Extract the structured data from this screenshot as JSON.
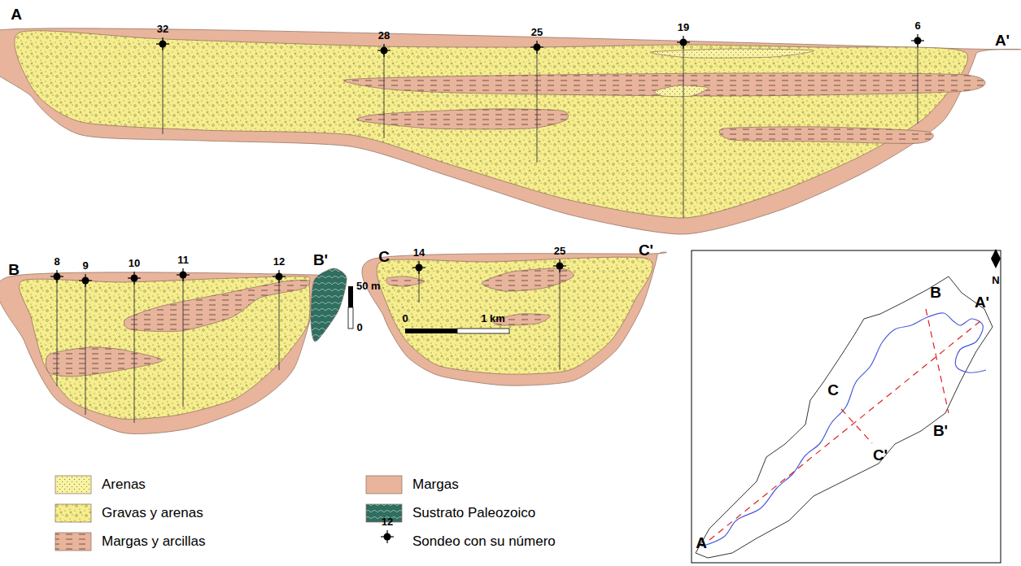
{
  "diagram": {
    "labels": [
      "A",
      "A'",
      "32",
      "28",
      "25",
      "19",
      "6",
      "B",
      "B'",
      "8",
      "9",
      "10",
      "11",
      "12",
      "C",
      "C'",
      "14",
      "25",
      "50 m",
      "0",
      "0",
      "1 km",
      "12",
      "B",
      "A'",
      "C",
      "B'",
      "C'",
      "A",
      "N"
    ],
    "legend": [
      {
        "text": "Arenas",
        "color": "#f8f3a2"
      },
      {
        "text": "Gravas y arenas",
        "color": "#f6ee8c"
      },
      {
        "text": "Margas y arcillas",
        "color": "#e8b49c"
      },
      {
        "text": "Margas",
        "color": "#e8b49c"
      },
      {
        "text": "Sustrato Paleozoico",
        "color": "#2f6e60"
      },
      {
        "text": "Sondeo con su número"
      }
    ]
  }
}
